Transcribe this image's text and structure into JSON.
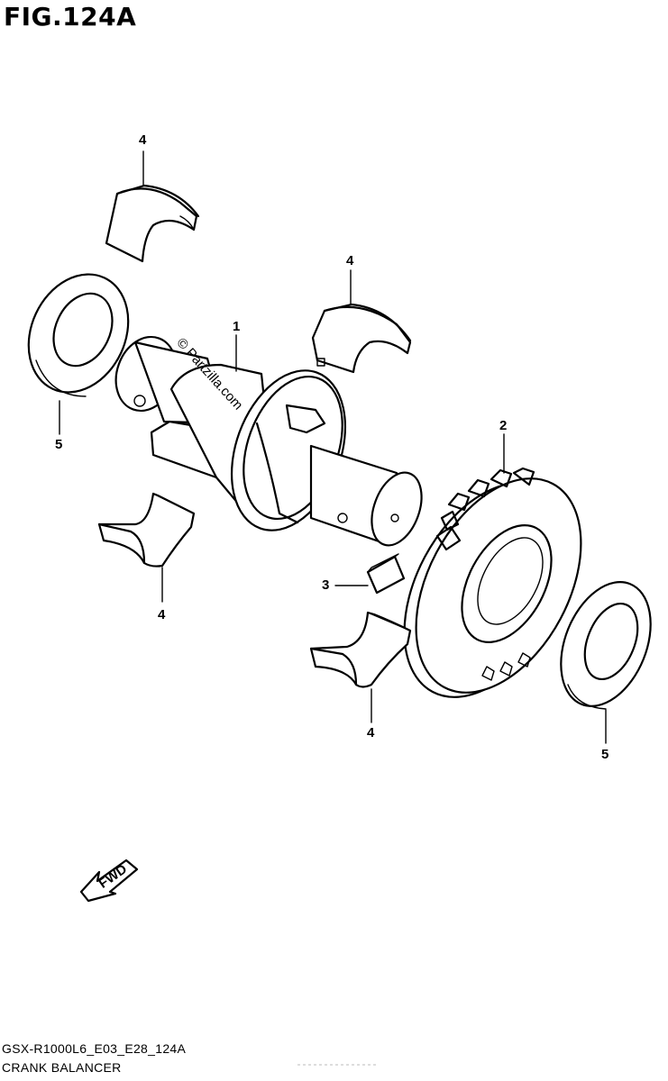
{
  "figure": {
    "title": "FIG.124A",
    "model_code": "GSX-R1000L6_E03_E28_124A",
    "caption": "CRANK BALANCER",
    "watermark": "© Partzilla.com",
    "fwd_label": "FWD"
  },
  "callouts": [
    {
      "id": "c4a",
      "label": "4"
    },
    {
      "id": "c4b",
      "label": "4"
    },
    {
      "id": "c1",
      "label": "1"
    },
    {
      "id": "c2",
      "label": "2"
    },
    {
      "id": "c5a",
      "label": "5"
    },
    {
      "id": "c3",
      "label": "3"
    },
    {
      "id": "c4c",
      "label": "4"
    },
    {
      "id": "c4d",
      "label": "4"
    },
    {
      "id": "c5b",
      "label": "5"
    }
  ]
}
